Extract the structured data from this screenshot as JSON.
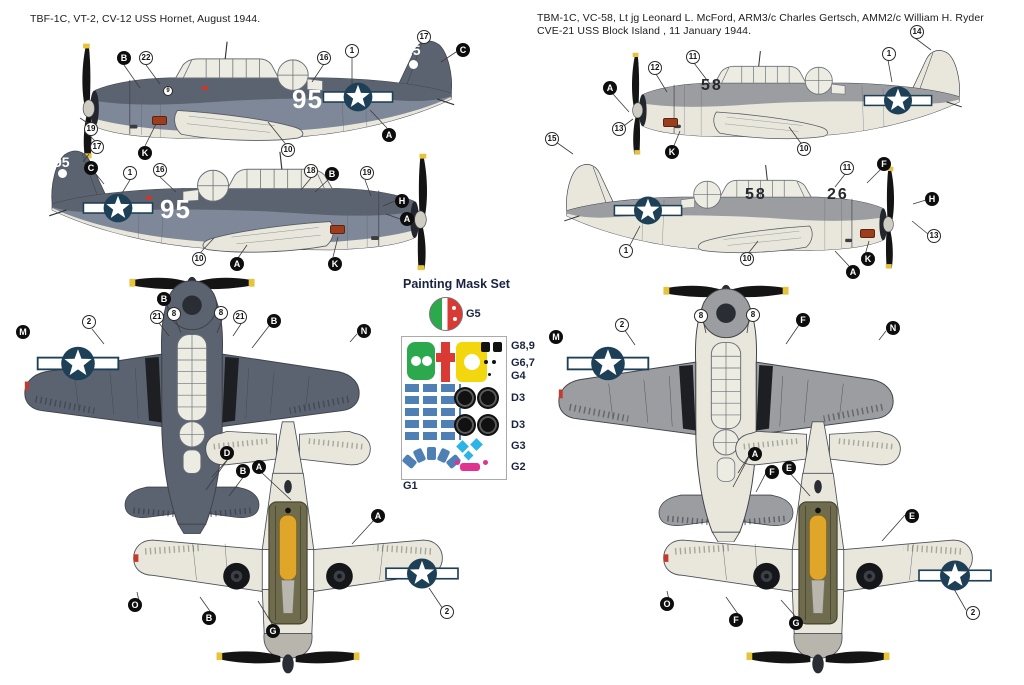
{
  "sheet": {
    "title_left": "TBF-1C, VT-2, CV-12 USS Hornet, August 1944.",
    "title_right_line1": "TBM-1C, VC-58, Lt jg Leonard  L. McFord, ARM3/c Charles Gertsch, AMM2/c  William H. Ryder",
    "title_right_line2": "CVE-21 USS Block Island , 11 January 1944."
  },
  "mask_set": {
    "heading": "Painting Mask Set",
    "g5": "G5",
    "g89": "G8,9",
    "g67": "G6,7",
    "g4": "G4",
    "d3a": "D3",
    "d3b": "D3",
    "g3": "G3",
    "g2": "G2",
    "g1": "G1"
  },
  "markings": {
    "squadron_number": "95",
    "tail_number": "95",
    "code_front": "58",
    "code_rear": "26"
  },
  "glyphs": {
    "A": "A",
    "B": "B",
    "C": "C",
    "D": "D",
    "E": "E",
    "F": "F",
    "G": "G",
    "H": "H",
    "K": "K",
    "M": "M",
    "N": "N",
    "O": "O",
    "n1": "1",
    "n2": "2",
    "n8": "8",
    "n9": "9",
    "n10": "10",
    "n11": "11",
    "n12": "12",
    "n13": "13",
    "n14": "14",
    "n15": "15",
    "n16": "16",
    "n17": "17",
    "n18": "18",
    "n19": "19",
    "n21": "21",
    "n22": "22"
  },
  "colors": {
    "triDark": "#5c6370",
    "triMid": "#7f8898",
    "cream": "#e9e7dc",
    "gray": "#9b9da0",
    "insignia": "#1e4057",
    "olive": "#6e6c4c",
    "torpedo": "#dfa62a",
    "walkway": "#1d1f23",
    "maskBlue": "#4e7fb5",
    "maskCyan": "#2ab4e8",
    "maskGreen": "#2ca94c",
    "maskRed": "#d93a34",
    "maskYellow": "#f2d70e",
    "maskMagenta": "#e03390",
    "navy": "#1a2340"
  }
}
